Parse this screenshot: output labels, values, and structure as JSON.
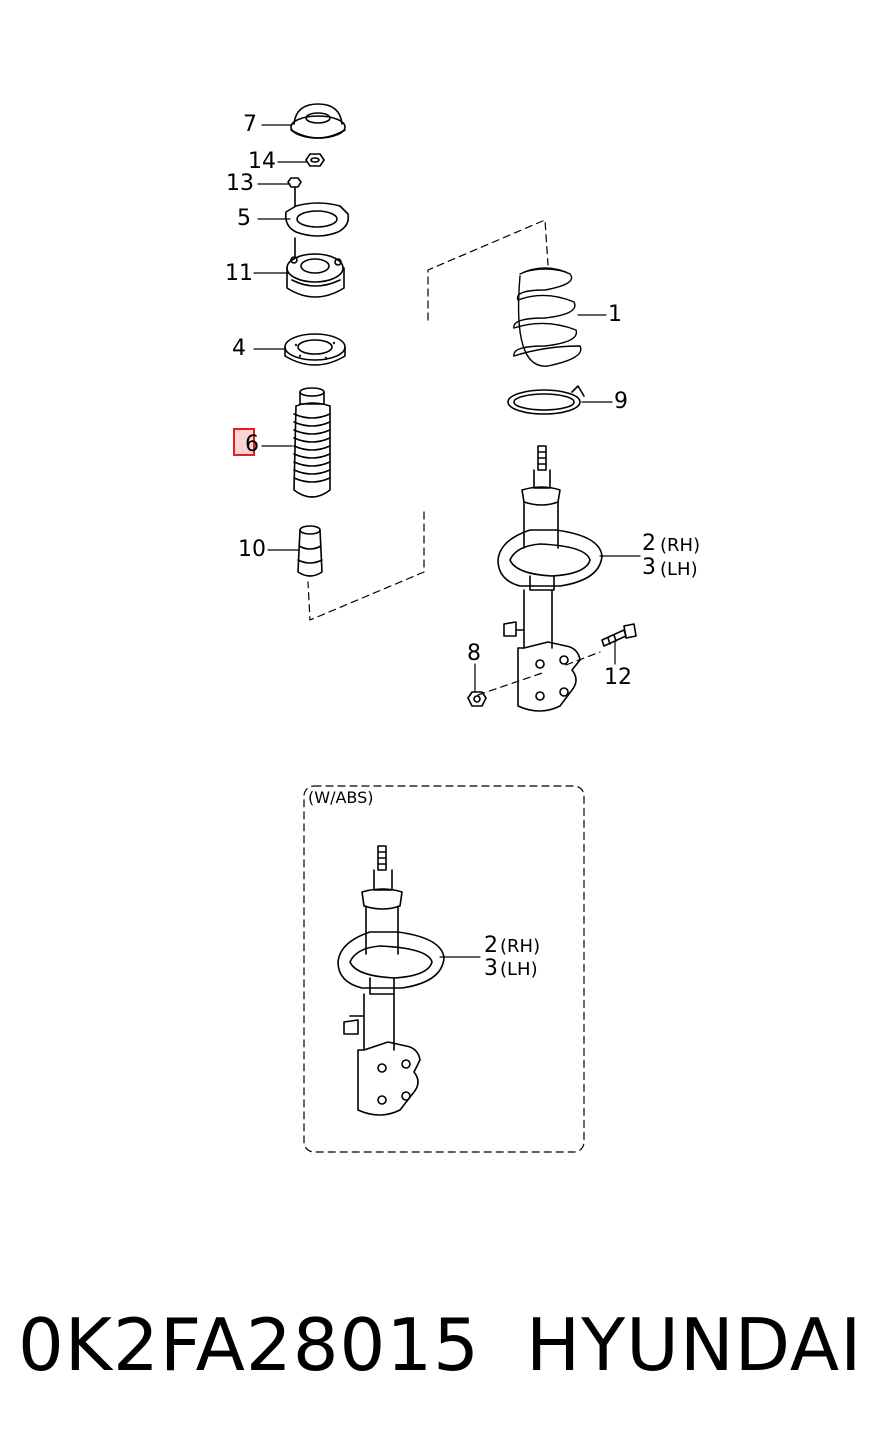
{
  "callouts": {
    "c1": "1",
    "c2_rh": "2",
    "c3_lh": "3",
    "rh": "(RH)",
    "lh": "(LH)",
    "c4": "4",
    "c5": "5",
    "c6": "6",
    "c7": "7",
    "c8": "8",
    "c9": "9",
    "c10": "10",
    "c11": "11",
    "c12": "12",
    "c13": "13",
    "c14": "14"
  },
  "inset": {
    "label": "(W/ABS)",
    "c2": "2",
    "c3": "3",
    "rh": "(RH)",
    "lh": "(LH)"
  },
  "footer": {
    "part_number": "0K2FA28015",
    "brand": "HYUNDAI"
  },
  "highlight": {
    "callout": "6",
    "color": "#e02020"
  }
}
